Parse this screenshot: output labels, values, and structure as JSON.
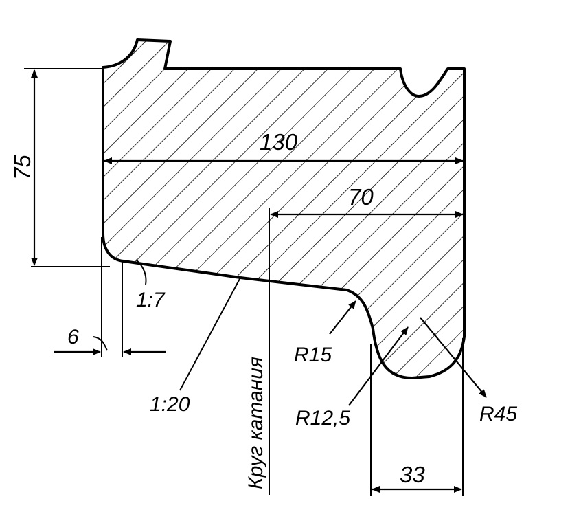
{
  "labels": {
    "dim_75": "75",
    "dim_130": "130",
    "dim_70": "70",
    "dim_6": "6",
    "dim_33": "33",
    "taper_1_7": "1:7",
    "taper_1_20": "1:20",
    "r15": "R15",
    "r12_5": "R12,5",
    "r45": "R45",
    "rolling_circle": "Круг катания"
  },
  "colors": {
    "ink": "#000000",
    "paper": "#ffffff"
  }
}
